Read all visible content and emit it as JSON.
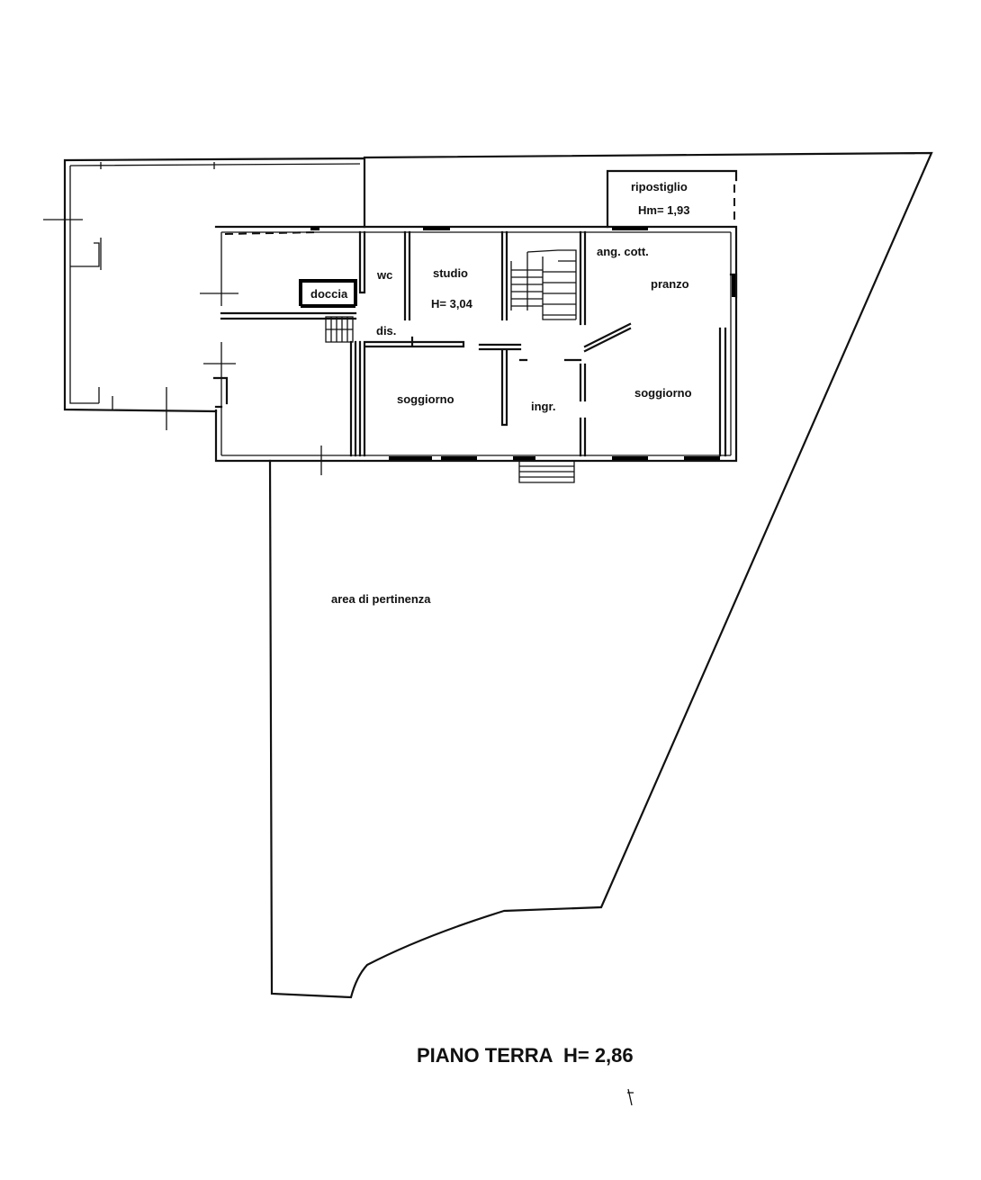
{
  "title": "PIANO TERRA  H= 2,86",
  "rooms": {
    "ripostiglio": "ripostiglio",
    "ripostiglio_height": "Hm= 1,93",
    "wc": "wc",
    "studio": "studio",
    "studio_height": "H= 3,04",
    "doccia": "doccia",
    "dis": "dis.",
    "ang_cott": "ang. cott.",
    "pranzo": "pranzo",
    "soggiorno_left": "soggiorno",
    "ingr": "ingr.",
    "soggiorno_right": "soggiorno"
  },
  "area_label": "area di pertinenza"
}
